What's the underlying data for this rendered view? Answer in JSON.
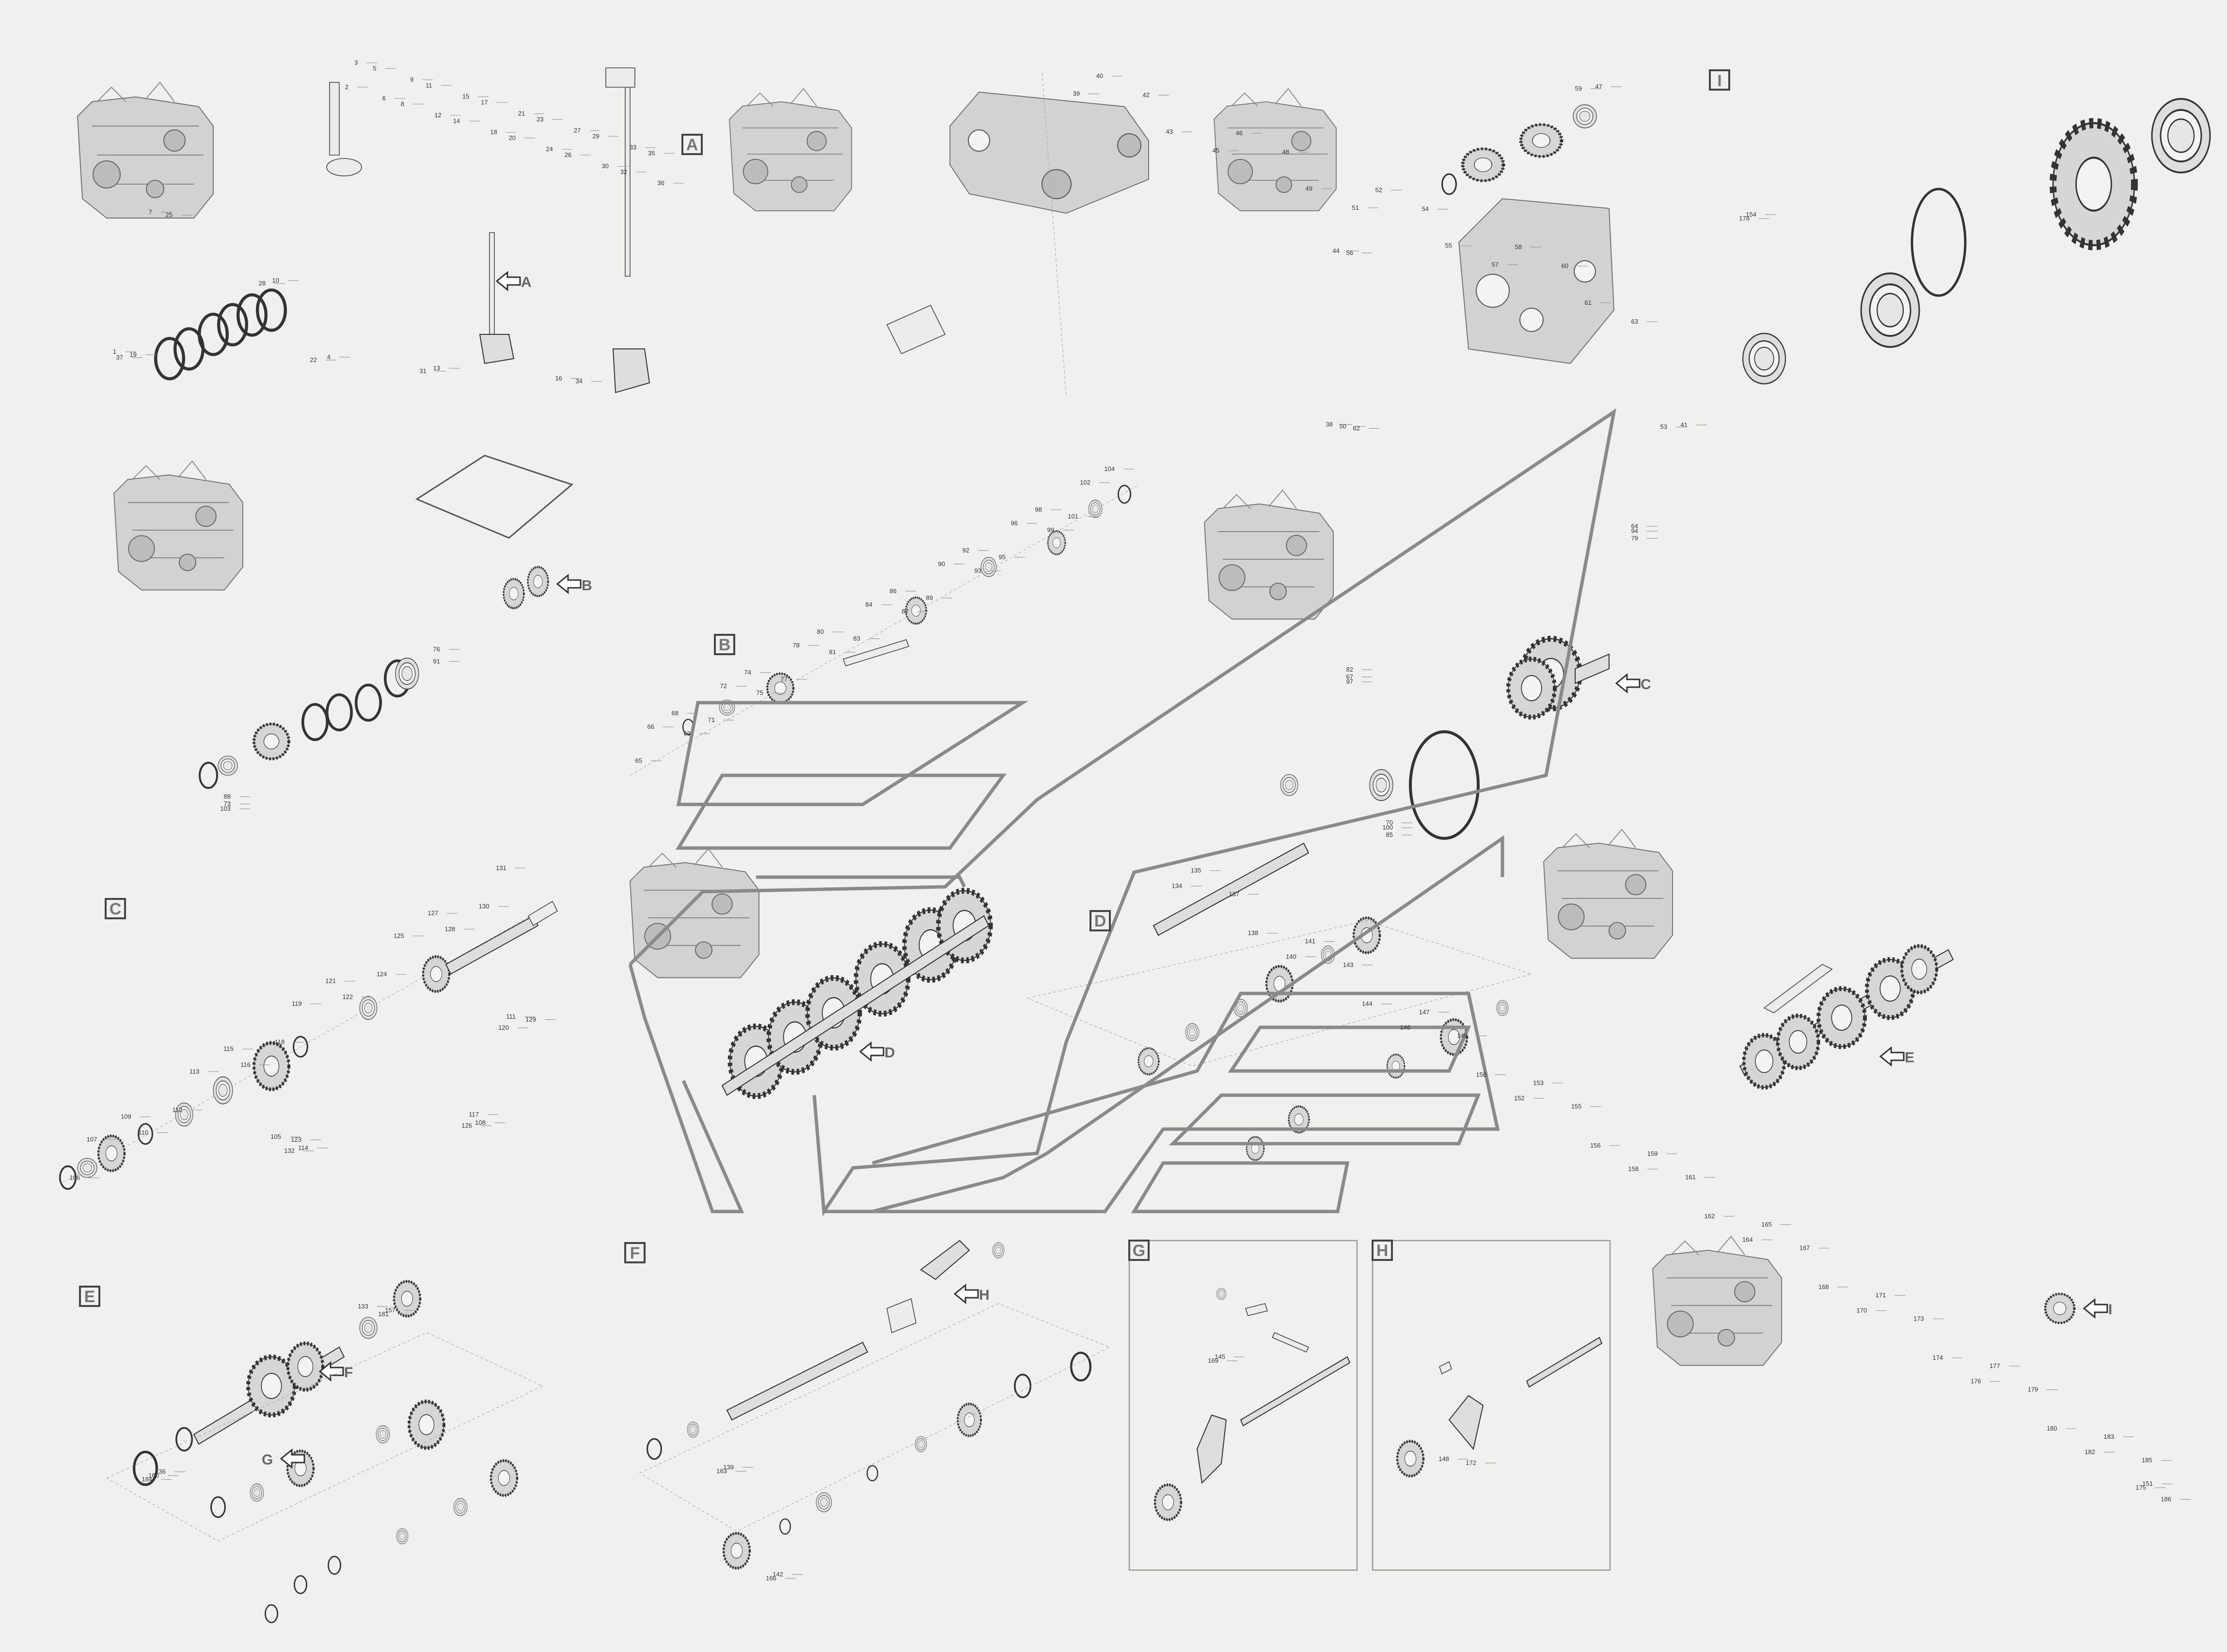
{
  "sections": {
    "A": "A",
    "B": "B",
    "C": "C",
    "D": "D",
    "E": "E",
    "F": "F",
    "G": "G",
    "H": "H",
    "I": "I"
  },
  "callouts": {
    "g1": [
      "1",
      "2",
      "3",
      "4",
      "5",
      "6",
      "7",
      "8",
      "9",
      "10",
      "11",
      "12",
      "13",
      "14",
      "15",
      "16",
      "17",
      "18",
      "19",
      "20",
      "21",
      "22",
      "23",
      "24",
      "25",
      "26",
      "27",
      "28",
      "29",
      "30",
      "31",
      "32",
      "33",
      "34",
      "35",
      "36",
      "37"
    ],
    "g2": [
      "38",
      "39",
      "40",
      "41",
      "42",
      "43",
      "44",
      "45",
      "46",
      "47",
      "48",
      "49",
      "50",
      "51",
      "52",
      "53",
      "54",
      "55",
      "56",
      "57",
      "58",
      "59",
      "60",
      "61",
      "62",
      "63"
    ],
    "g3": [
      "64",
      "65",
      "66",
      "67",
      "68",
      "69",
      "70",
      "71",
      "72",
      "73",
      "74",
      "75",
      "76",
      "77",
      "78",
      "79",
      "80",
      "81",
      "82",
      "83",
      "84",
      "85",
      "86",
      "87",
      "88",
      "89",
      "90",
      "91",
      "92",
      "93",
      "94",
      "95",
      "96",
      "97",
      "98",
      "99",
      "100",
      "101",
      "102",
      "103",
      "104"
    ],
    "g4": [
      "105",
      "106",
      "107",
      "108",
      "109",
      "110",
      "111",
      "112",
      "113",
      "114",
      "115",
      "116",
      "117",
      "118",
      "119",
      "120",
      "121",
      "122",
      "123",
      "124",
      "125",
      "126",
      "127",
      "128",
      "129",
      "130",
      "131",
      "132"
    ],
    "g5": [
      "133",
      "134",
      "135",
      "136",
      "137",
      "138",
      "139",
      "140",
      "141",
      "142",
      "143",
      "144",
      "145",
      "146",
      "147",
      "148",
      "149",
      "150",
      "151",
      "152",
      "153",
      "154",
      "155",
      "156",
      "157",
      "158",
      "159",
      "160",
      "161",
      "162",
      "163",
      "164",
      "165",
      "166",
      "167",
      "168",
      "169",
      "170",
      "171",
      "172",
      "173",
      "174",
      "175",
      "176",
      "177",
      "178",
      "179",
      "180",
      "181",
      "182",
      "183",
      "184",
      "185",
      "186"
    ]
  }
}
